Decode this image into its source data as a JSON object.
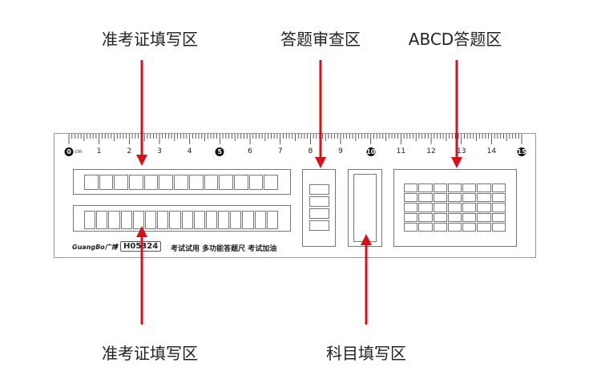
{
  "labels": {
    "top_id_zone": "准考证填写区",
    "review_zone": "答题审查区",
    "abcd_zone": "ABCD答题区",
    "bottom_id_zone": "准考证填写区",
    "subject_zone": "科目填写区"
  },
  "ruler": {
    "unit": "cm",
    "numbers": [
      "0",
      "1",
      "2",
      "3",
      "4",
      "5",
      "6",
      "7",
      "8",
      "9",
      "10",
      "11",
      "12",
      "13",
      "14",
      "15"
    ],
    "highlighted": [
      "0",
      "5",
      "10",
      "15"
    ],
    "brand": "GuangBo广博",
    "model": "H05324",
    "slogan": "考试试用  多功能答题尺  考试加油",
    "id_row1_cells": 13,
    "id_row2_cells": 16,
    "review_cells": 4,
    "grid_cols": 7,
    "grid_rows": 5
  },
  "colors": {
    "arrow": "#d7111b",
    "outline": "#777777"
  }
}
